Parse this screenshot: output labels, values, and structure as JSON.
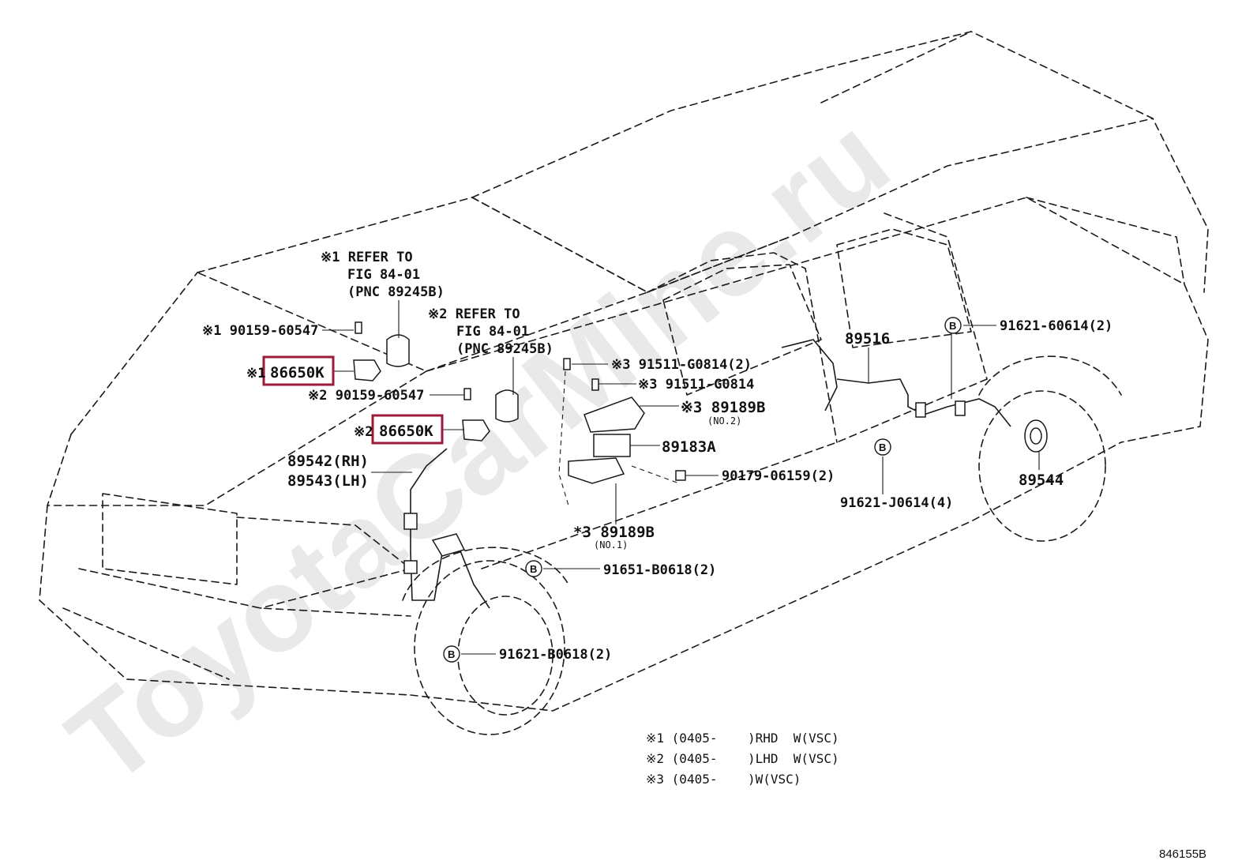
{
  "watermark": "ToyotaCarMine.ru",
  "figure_code": "846155B",
  "labels": {
    "refer1_line1": "※1 REFER TO",
    "refer1_line2": "FIG 84-01",
    "refer1_line3": "(PNC 89245B)",
    "refer2_line1": "※2 REFER TO",
    "refer2_line2": "FIG 84-01",
    "refer2_line3": "(PNC 89245B)",
    "bolt1": "※1 90159-60547",
    "part1_mark": "※1",
    "part1": "86650K",
    "bolt2": "※2 90159-60547",
    "part2_mark": "※2",
    "part2": "86650K",
    "sensor_rh": "89542(RH)",
    "sensor_lh": "89543(LH)",
    "bolt3a": "※3 91511-G0814(2)",
    "bolt3b": "※3 91511-G0814",
    "bracket2": "※3 89189B",
    "bracket2_sub": "(NO.2)",
    "ecu": "89183A",
    "nut": "90179-06159(2)",
    "bracket1": "*3 89189B",
    "bracket1_sub": "(NO.1)",
    "rear_sensor": "89516",
    "rear_bolt_top": "91621-60614(2)",
    "rear_bolt_mid": "91621-J0614(4)",
    "rear_rotor": "89544",
    "front_bolt_a": "91651-B0618(2)",
    "front_bolt_b": "91621-B0618(2)",
    "bolt_marker": "B"
  },
  "notes": [
    "※1 (0405-    )RHD  W(VSC)",
    "※2 (0405-    )LHD  W(VSC)",
    "※3 (0405-    )W(VSC)"
  ],
  "highlight_color": "#9b1b3a"
}
